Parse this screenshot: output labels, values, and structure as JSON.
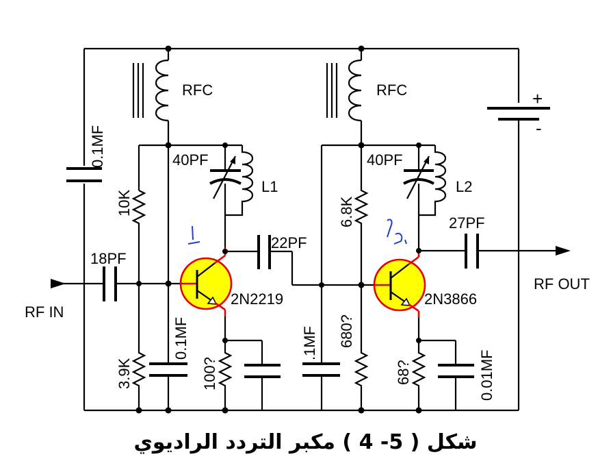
{
  "labels": {
    "rfc1": "RFC",
    "rfc2": "RFC",
    "cap_01mf_left": "0.1MF",
    "res_10k": "10K",
    "cap_40pf_1": "40PF",
    "l1": "L1",
    "cap_22pf": "22PF",
    "cap_18pf": "18PF",
    "rf_in": "RF IN",
    "t1": "2N2219",
    "res_39k": "3.9K",
    "cap_01mf_mid": "0.1MF",
    "res_100": "100?",
    "cap_1mf": ".1MF",
    "res_680": "680?",
    "res_68k": "6.8K",
    "cap_40pf_2": "40PF",
    "l2": "L2",
    "cap_27pf": "27PF",
    "rf_out": "RF OUT",
    "t2": "2N3866",
    "res_68": "68?",
    "cap_001mf": "0.01MF",
    "battery_plus": "+",
    "battery_minus": "-"
  },
  "caption": "شكل ( 5- 4 ) مكبر التردد الراديوي",
  "colors": {
    "transistor_fill": "#ffff00",
    "transistor_outline": "#e60000",
    "annotation": "#1a3fd6"
  }
}
